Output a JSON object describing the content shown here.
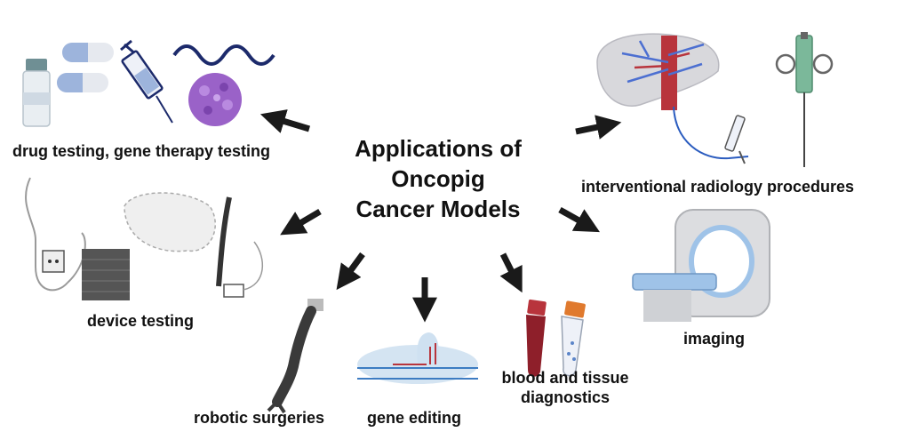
{
  "title": {
    "line1": "Applications of",
    "line2": "Oncopig",
    "line3": "Cancer Models"
  },
  "labels": {
    "drug": "drug testing, gene therapy testing",
    "radiology": "interventional radiology procedures",
    "device": "device testing",
    "imaging": "imaging",
    "robotic": "robotic surgeries",
    "gene": "gene editing",
    "blood_line1": "blood and tissue",
    "blood_line2": "diagnostics"
  },
  "colors": {
    "arrow": "#1a1a1a",
    "pill_blue": "#9db4dc",
    "virus_purple": "#9a62c8",
    "wave_navy": "#1c2a6b",
    "vessel_red": "#b8343c",
    "liver_grey": "#d8d8dc",
    "syringe_green": "#7bb89a",
    "mri_blue": "#9fc3e8",
    "blood_red": "#8e1f2a",
    "cap_orange": "#e07a2e"
  }
}
